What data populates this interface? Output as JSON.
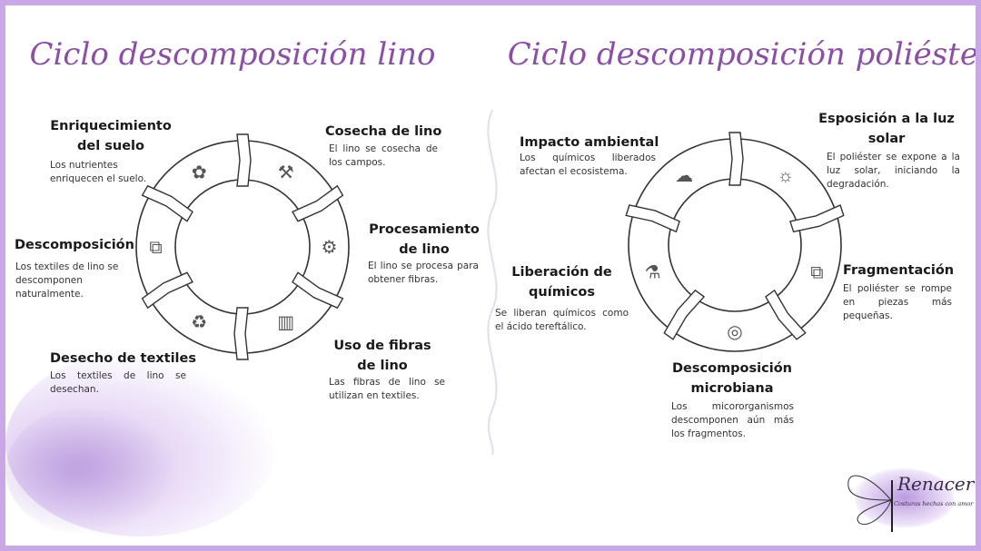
{
  "colors": {
    "frame": "#c9a6e6",
    "title": "#8b4fa6",
    "text": "#1a1a1a"
  },
  "lino": {
    "title": "Ciclo descomposición lino",
    "steps": [
      {
        "title": "Cosecha de lino",
        "desc": "El lino se cosecha de los campos.",
        "icon": "farmer-harvest-icon"
      },
      {
        "title": "Procesamiento de lino",
        "desc": "El lino se procesa para obtener fibras.",
        "icon": "processing-machine-icon"
      },
      {
        "title": "Uso de fibras de lino",
        "desc": "Las fibras de lino se utilizan en textiles.",
        "icon": "fabric-brush-icon"
      },
      {
        "title": "Desecho de textiles",
        "desc": "Los textiles de lino se desechan.",
        "icon": "box-recycle-icon"
      },
      {
        "title": "Descomposición",
        "desc": "Los textiles de lino se descomponen naturalmente.",
        "icon": "blocks-breakdown-icon"
      },
      {
        "title": "Enriquecimiento del suelo",
        "desc": "Los nutrientes enriquecen el suelo.",
        "icon": "gardener-soil-icon"
      }
    ]
  },
  "poliester": {
    "title": "Ciclo descomposición poliéster",
    "steps": [
      {
        "title": "Esposición a la luz solar",
        "desc": "El poliéster se expone a la luz solar, iniciando la degradación.",
        "icon": "person-sun-icon"
      },
      {
        "title": "Fragmentación",
        "desc": "El poliéster se rompe en piezas más pequeñas.",
        "icon": "blocks-breakdown-icon"
      },
      {
        "title": "Descomposición microbiana",
        "desc": "Los micororganismos descomponen aún más los fragmentos.",
        "icon": "microbe-dish-icon"
      },
      {
        "title": "Liberación de químicos",
        "desc": "Se liberan químicos como el ácido tereftálico.",
        "icon": "chemical-factory-icon"
      },
      {
        "title": "Impacto ambiental",
        "desc": "Los químicos liberados afectan el ecosistema.",
        "icon": "people-thought-icon"
      }
    ]
  },
  "logo": {
    "name": "Renacer",
    "tagline": "Costuras hechas con amor"
  }
}
